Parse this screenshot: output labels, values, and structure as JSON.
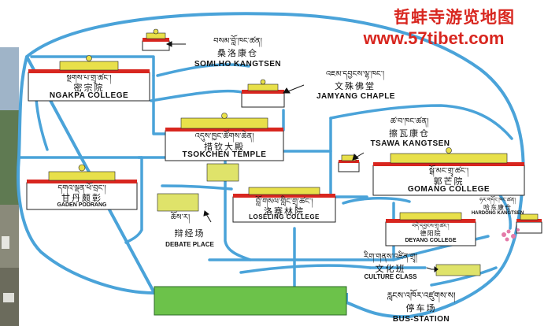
{
  "header": {
    "title": "哲蚌寺游览地图",
    "website": "www.57tibet.com"
  },
  "colors": {
    "path": "#4aa3d9",
    "roof": "#e8e04a",
    "red_band": "#d8261f",
    "green_area": "#6cc24a",
    "yellow_area": "#dfe36a",
    "title_red": "#d8261f"
  },
  "places": {
    "somlho": {
      "tibetan": "བསམ་བློ་ཁང་ཚན།",
      "chinese": "桑洛康仓",
      "english": "SOMLHO KANGTSEN"
    },
    "ngakpa": {
      "tibetan": "སྔགས་པ་གྲྭ་ཚང་།",
      "chinese": "密宗院",
      "english": "NGAKPA COLLEGE"
    },
    "jamyang": {
      "tibetan": "འཇམ་དབྱངས་ལྷ་ཁང་།",
      "chinese": "文殊佛堂",
      "english": "JAMYANG CHAPLE"
    },
    "tsokchen": {
      "tibetan": "འདུས་ཁྱང་ཚོགས་ཆེན།",
      "chinese": "措钦大殿",
      "english": "TSOKCHEN TEMPLE"
    },
    "tsawa": {
      "tibetan": "ཚ་བ་ཁང་ཚན།",
      "chinese": "擦瓦康仓",
      "english": "TSAWA KANGTSEN"
    },
    "gomang": {
      "tibetan": "སྒོ་མང་གྲྭ་ཚང་།",
      "chinese": "郭芒院",
      "english": "GOMANG COLLEGE"
    },
    "gaden": {
      "tibetan": "དགའ་ལྡན་ཕོ་བྲང་།",
      "chinese": "甘丹颇彰",
      "english": "GADEN PODRANG"
    },
    "hardong": {
      "tibetan": "ཧར་གདོང་ཁང་ཚན།",
      "chinese": "哈东康仓",
      "english": "HARDONG KANGTSEN"
    },
    "debate": {
      "tibetan": "ཆོས་ར།",
      "chinese": "辩经场",
      "english": "DEBATE PLACE"
    },
    "loseling": {
      "tibetan": "བློ་གསལ་གླིང་གྲྭ་ཚང་།",
      "chinese": "洛赛林院",
      "english": "LOSELING COLLEGE"
    },
    "deyang": {
      "tibetan": "བདེ་དབྱངས་གྲྭ་ཚང་།",
      "chinese": "德阳院",
      "english": "DEYANG COLLEGE"
    },
    "culture": {
      "tibetan": "རིག་གནས་འཛིན་གྲྭ།",
      "chinese": "文化班",
      "english": "CULTURE CLASS"
    },
    "bus": {
      "tibetan": "རླངས་འཁོར་འཛུགས་ས།",
      "chinese": "停车场",
      "english": "BUS-STATION"
    }
  }
}
